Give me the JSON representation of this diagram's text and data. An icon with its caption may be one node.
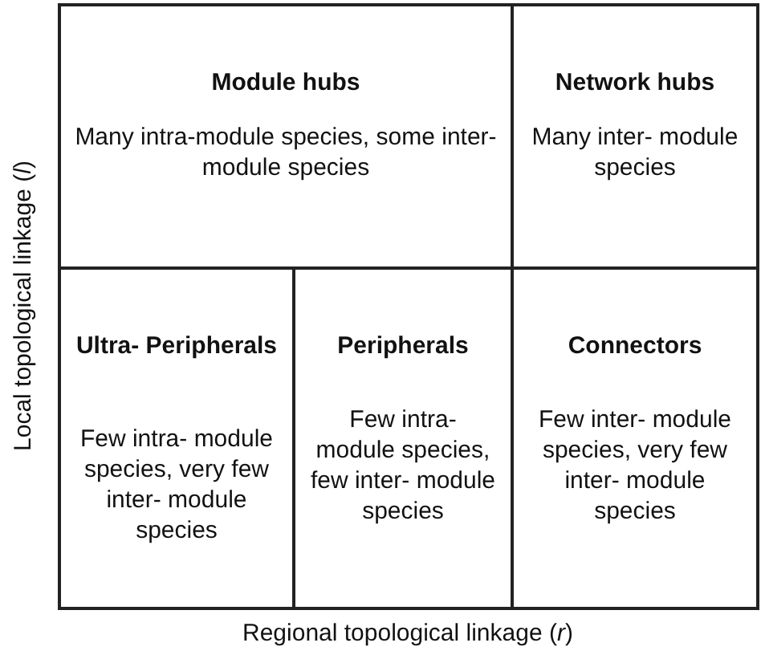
{
  "diagram": {
    "nodes": [
      {
        "text": [
          "Module hubs",
          "Many intra-module species, some inter- module species"
        ]
      },
      {
        "text": [
          "Network hubs",
          "Many inter- module species"
        ]
      },
      {
        "text": [
          "Ultra- Peripherals",
          "Few intra- module species, very few inter- module species"
        ]
      },
      {
        "text": [
          "Peripherals",
          "Few intra- module species, few inter- module species"
        ]
      },
      {
        "text": [
          "Connectors",
          "Few inter- module species, very few inter- module species"
        ]
      }
    ],
    "labels": [
      "Local topological linkage (*l*)",
      "Regional topological linkage (*r*)"
    ]
  }
}
